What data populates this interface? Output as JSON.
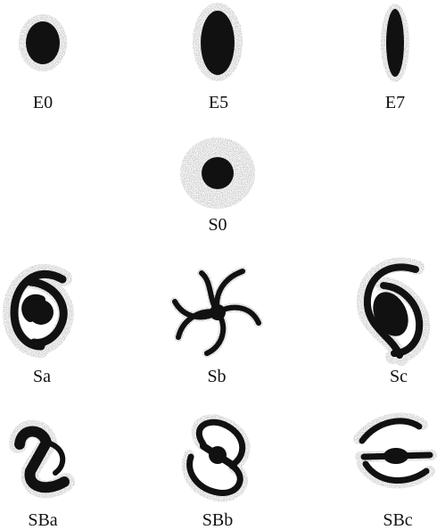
{
  "colors": {
    "ink": "#111111",
    "halo": "#9a9a9a",
    "background": "#ffffff"
  },
  "galaxies": [
    {
      "label": "E0",
      "kind": "elliptical"
    },
    {
      "label": "E5",
      "kind": "elliptical"
    },
    {
      "label": "E7",
      "kind": "elliptical"
    },
    {
      "label": "S0",
      "kind": "lenticular"
    },
    {
      "label": "Sa",
      "kind": "spiral"
    },
    {
      "label": "Sb",
      "kind": "spiral"
    },
    {
      "label": "Sc",
      "kind": "spiral"
    },
    {
      "label": "SBa",
      "kind": "barred-spiral"
    },
    {
      "label": "SBb",
      "kind": "barred-spiral"
    },
    {
      "label": "SBc",
      "kind": "barred-spiral"
    }
  ]
}
